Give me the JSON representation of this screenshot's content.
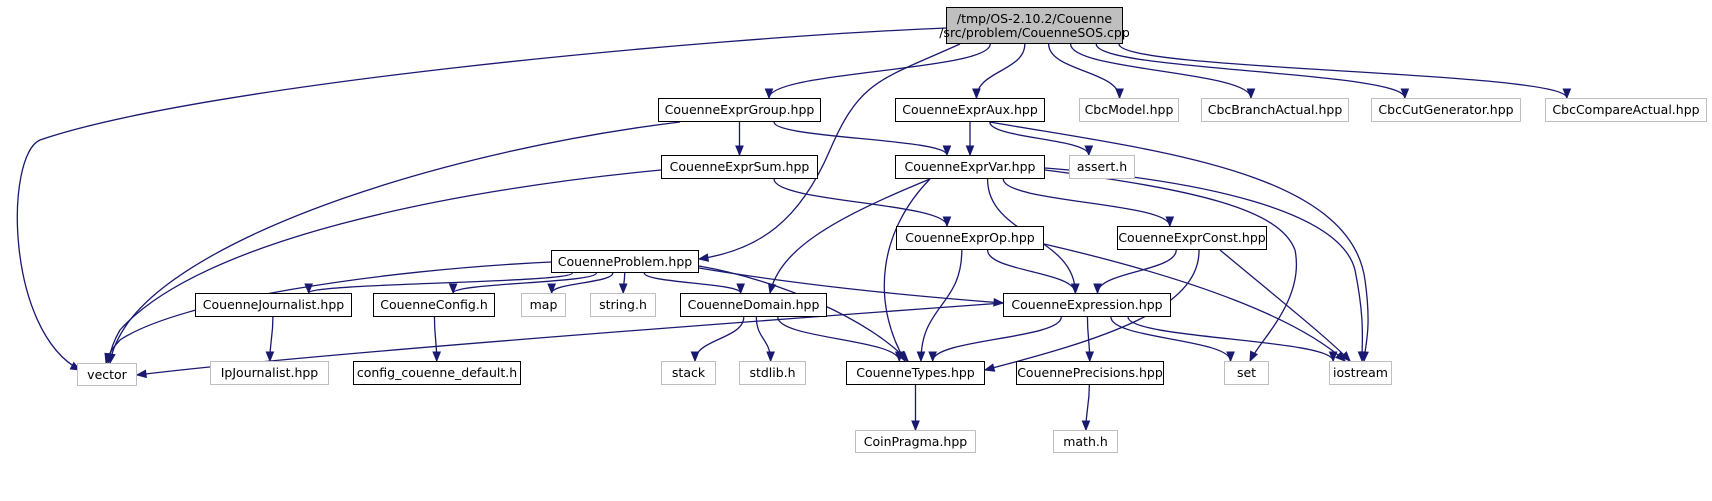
{
  "diagram": {
    "type": "include-dependency-graph",
    "edge_color": "#191970",
    "root_fill": "#bfbfbf",
    "external_border": "#bfbfbf",
    "nodes": [
      {
        "id": "root",
        "lines": [
          "/tmp/OS-2.10.2/Couenne",
          "/src/problem/CouenneSOS.cpp"
        ],
        "kind": "root"
      },
      {
        "id": "vector",
        "lines": [
          "vector"
        ],
        "kind": "external"
      },
      {
        "id": "group",
        "lines": [
          "CouenneExprGroup.hpp"
        ],
        "kind": "internal"
      },
      {
        "id": "problem",
        "lines": [
          "CouenneProblem.hpp"
        ],
        "kind": "internal"
      },
      {
        "id": "aux",
        "lines": [
          "CouenneExprAux.hpp"
        ],
        "kind": "internal"
      },
      {
        "id": "cbcmodel",
        "lines": [
          "CbcModel.hpp"
        ],
        "kind": "external"
      },
      {
        "id": "cbcbranch",
        "lines": [
          "CbcBranchActual.hpp"
        ],
        "kind": "external"
      },
      {
        "id": "cbccut",
        "lines": [
          "CbcCutGenerator.hpp"
        ],
        "kind": "external"
      },
      {
        "id": "cbccompare",
        "lines": [
          "CbcCompareActual.hpp"
        ],
        "kind": "external"
      },
      {
        "id": "sum",
        "lines": [
          "CouenneExprSum.hpp"
        ],
        "kind": "internal"
      },
      {
        "id": "var",
        "lines": [
          "CouenneExprVar.hpp"
        ],
        "kind": "internal"
      },
      {
        "id": "assert",
        "lines": [
          "assert.h"
        ],
        "kind": "external"
      },
      {
        "id": "op",
        "lines": [
          "CouenneExprOp.hpp"
        ],
        "kind": "internal"
      },
      {
        "id": "const",
        "lines": [
          "CouenneExprConst.hpp"
        ],
        "kind": "internal"
      },
      {
        "id": "journalist",
        "lines": [
          "CouenneJournalist.hpp"
        ],
        "kind": "internal"
      },
      {
        "id": "config",
        "lines": [
          "CouenneConfig.h"
        ],
        "kind": "internal"
      },
      {
        "id": "map",
        "lines": [
          "map"
        ],
        "kind": "external"
      },
      {
        "id": "string",
        "lines": [
          "string.h"
        ],
        "kind": "external"
      },
      {
        "id": "domain",
        "lines": [
          "CouenneDomain.hpp"
        ],
        "kind": "internal"
      },
      {
        "id": "expression",
        "lines": [
          "CouenneExpression.hpp"
        ],
        "kind": "internal"
      },
      {
        "id": "ipjournalist",
        "lines": [
          "IpJournalist.hpp"
        ],
        "kind": "external"
      },
      {
        "id": "configdefault",
        "lines": [
          "config_couenne_default.h"
        ],
        "kind": "internal"
      },
      {
        "id": "stack",
        "lines": [
          "stack"
        ],
        "kind": "external"
      },
      {
        "id": "stdlib",
        "lines": [
          "stdlib.h"
        ],
        "kind": "external"
      },
      {
        "id": "types",
        "lines": [
          "CouenneTypes.hpp"
        ],
        "kind": "internal"
      },
      {
        "id": "precisions",
        "lines": [
          "CouennePrecisions.hpp"
        ],
        "kind": "internal"
      },
      {
        "id": "set",
        "lines": [
          "set"
        ],
        "kind": "external"
      },
      {
        "id": "iostream",
        "lines": [
          "iostream"
        ],
        "kind": "external"
      },
      {
        "id": "coinpragma",
        "lines": [
          "CoinPragma.hpp"
        ],
        "kind": "external"
      },
      {
        "id": "math",
        "lines": [
          "math.h"
        ],
        "kind": "external"
      }
    ],
    "edges": [
      {
        "from": "root",
        "to": "vector"
      },
      {
        "from": "root",
        "to": "group"
      },
      {
        "from": "root",
        "to": "problem"
      },
      {
        "from": "root",
        "to": "aux"
      },
      {
        "from": "root",
        "to": "cbcmodel"
      },
      {
        "from": "root",
        "to": "cbcbranch"
      },
      {
        "from": "root",
        "to": "cbccut"
      },
      {
        "from": "root",
        "to": "cbccompare"
      },
      {
        "from": "group",
        "to": "vector"
      },
      {
        "from": "group",
        "to": "sum"
      },
      {
        "from": "group",
        "to": "var"
      },
      {
        "from": "aux",
        "to": "var"
      },
      {
        "from": "aux",
        "to": "assert"
      },
      {
        "from": "aux",
        "to": "iostream"
      },
      {
        "from": "sum",
        "to": "vector"
      },
      {
        "from": "sum",
        "to": "op"
      },
      {
        "from": "var",
        "to": "domain"
      },
      {
        "from": "var",
        "to": "types"
      },
      {
        "from": "var",
        "to": "expression"
      },
      {
        "from": "var",
        "to": "const"
      },
      {
        "from": "var",
        "to": "set"
      },
      {
        "from": "var",
        "to": "iostream"
      },
      {
        "from": "problem",
        "to": "vector"
      },
      {
        "from": "problem",
        "to": "journalist"
      },
      {
        "from": "problem",
        "to": "config"
      },
      {
        "from": "problem",
        "to": "map"
      },
      {
        "from": "problem",
        "to": "string"
      },
      {
        "from": "problem",
        "to": "domain"
      },
      {
        "from": "problem",
        "to": "types"
      },
      {
        "from": "problem",
        "to": "expression"
      },
      {
        "from": "op",
        "to": "types"
      },
      {
        "from": "op",
        "to": "expression"
      },
      {
        "from": "op",
        "to": "iostream"
      },
      {
        "from": "const",
        "to": "expression"
      },
      {
        "from": "const",
        "to": "types"
      },
      {
        "from": "const",
        "to": "iostream"
      },
      {
        "from": "journalist",
        "to": "ipjournalist"
      },
      {
        "from": "config",
        "to": "configdefault"
      },
      {
        "from": "domain",
        "to": "stack"
      },
      {
        "from": "domain",
        "to": "stdlib"
      },
      {
        "from": "domain",
        "to": "types"
      },
      {
        "from": "expression",
        "to": "vector"
      },
      {
        "from": "expression",
        "to": "types"
      },
      {
        "from": "expression",
        "to": "precisions"
      },
      {
        "from": "expression",
        "to": "set"
      },
      {
        "from": "expression",
        "to": "iostream"
      },
      {
        "from": "types",
        "to": "coinpragma"
      },
      {
        "from": "precisions",
        "to": "math"
      }
    ]
  }
}
